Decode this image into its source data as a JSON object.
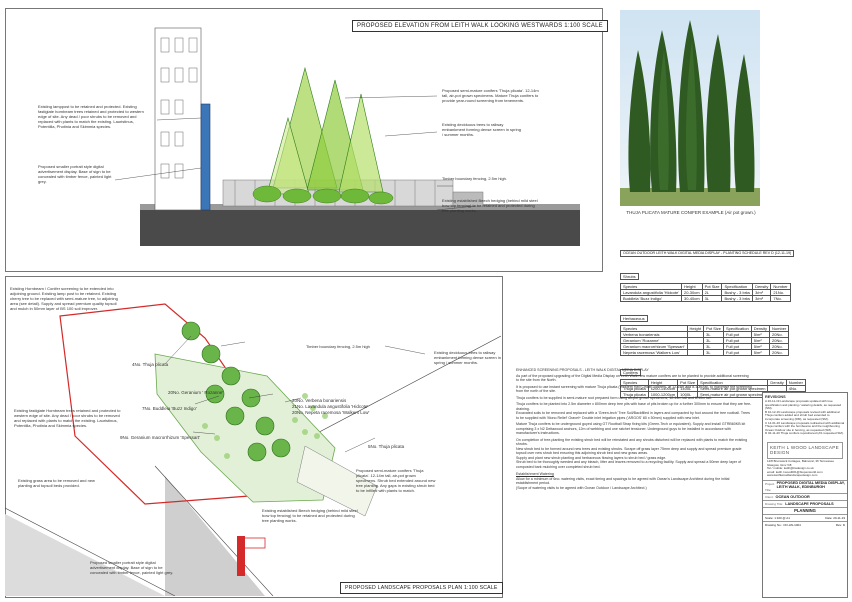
{
  "elevation": {
    "title": "PROPOSED ELEVATION FROM LEITH WALK LOOKING WESTWARDS 1:100 SCALE",
    "notes_left": [
      "Existing lamppost to be retained and protected. Existing fastigiate hornbeam trees retained and protected to western edge of site. Any dead / poor shrubs to be removed and replaced with plants to match the existing. Lauristinus, Potentilla, Photinia and Skimmia species.",
      "Proposed smaller portrait style digital advertisement display. Base of sign to be concealed with timber fence, painted light grey."
    ],
    "notes_right": [
      "Proposed semi-mature conifers 'Thuja plicata'. 12-14m tall, air-pot grown specimens. Mature Thuja conifers to provide year-round screening from tenements.",
      "Existing deciduous trees to railway embankment forming dense screen in spring / summer months.",
      "Timber boundary fencing, 2.5m high.",
      "Existing established Beech hedging (behind mild steel bow top fencing) to be retained and protected during tree planting works."
    ]
  },
  "photo": {
    "caption": "THUJA PLICATA MATURE CONIFER EXAMPLE (Air pot grown.)"
  },
  "schedule": {
    "title": "OCEAN OUTDOOR LEITH WALK DIGITAL MEDIA DISPLAY - PLANTING SCHEDULE REV D (12-11-19)",
    "shrubs_head": "Shrubs",
    "shrubs_cols": [
      "Species",
      "Height",
      "Pot Size",
      "Specification",
      "Density",
      "Number"
    ],
    "shrubs_rows": [
      [
        "Lavandula angustifolia 'Hidcote'",
        "20-30cm",
        "2L",
        "Bushy - 3 brks",
        "3/m²",
        "21No."
      ],
      [
        "Buddleia 'Buzz Indigo'",
        "30-40cm",
        "3L",
        "Bushy - 3 brks",
        "3/m²",
        "7No."
      ]
    ],
    "herb_head": "Herbaceous",
    "herb_cols": [
      "Species",
      "Height",
      "Pot Size",
      "Specification",
      "Density",
      "Number"
    ],
    "herb_rows": [
      [
        "Verbena bonariensis",
        "",
        "3L",
        "Full pot",
        "5/m²",
        "20No."
      ],
      [
        "Geranium 'Rozanne'",
        "",
        "3L",
        "Full pot",
        "5/m²",
        "20No."
      ],
      [
        "Geranium macrorrhizum 'Spessart'",
        "",
        "3L",
        "Full pot",
        "5/m²",
        "20No."
      ],
      [
        "Nepeta racemosa 'Walkers Low'",
        "",
        "3L",
        "Full pot",
        "5/m²",
        "20No."
      ]
    ],
    "conifer_head": "Conifers",
    "conifer_cols": [
      "Species",
      "Height",
      "Pot Size",
      "Specification",
      "Density",
      "Number"
    ],
    "conifer_rows": [
      [
        "Thuja plicata",
        "1200-1400cm",
        "1400L",
        "Semi-mature air pot grown specimen",
        "",
        "4No."
      ],
      [
        "Thuja plicata",
        "1000-1200cm",
        "1000L",
        "Semi-mature air pot grown specimen",
        "",
        "5No."
      ]
    ]
  },
  "plan": {
    "title": "PROPOSED LANDSCAPE PROPOSALS PLAN 1:100 SCALE",
    "labels": [
      "4No. Thuja plicata",
      "20No. Geranium ' Rozanne'",
      "7No. Buddleia 'Buzz Indigo'",
      "9No. Geranium macrorrhizum 'Spessart'",
      "20No. Verbena bonariensis",
      "21No. Lavandula angustifolia 'Hidcote'",
      "20No. Nepeta racemosa 'Walkers Low'",
      "5No. Thuja plicata"
    ],
    "note_topleft": "Existing Hornbeam / Conifer screening to be extended into adjoining ground. Existing lamp post to be retained. Existing cherry tree to be replaced with semi-mature tree, to adjoining area (see detail). Supply and spread premium quality topsoil and mulch in 50mm layer of BS 100 soil improver.",
    "note_timber": "Timber boundary fencing, 2.5m high",
    "note_rail": "Existing deciduous trees to railway embankment forming dense screen in spring / summer months.",
    "note_left_mid": "Existing fastigiate Hornbeam trees retained and protected to western edge of site. Any dead / poor shrubs to be removed and replaced with plants to match the existing. Lauristinus, Potentilla, Photinia and Skimmia species.",
    "note_grass": "Existing grass area to be removed and new planting and topsoil beds provided.",
    "note_conifers": "Proposed semi-mature conifers 'Thuja plicata'. 12-14m tall, air-pot grown specimens. Shrub bed extended around new tree planting. Any gaps in existing shrub bed to be infilled with plants to match.",
    "note_beech": "Existing established Beech hedging (behind mild steel bow top fencing) to be retained and protected during tree planting works.",
    "note_sign": "Proposed smaller portrait style digital advertisement display. Base of sign to be concealed with timber fence, painted light grey."
  },
  "spec_text": [
    "ENHANCED SCREENING PROPOSALS - LEITH WALK DIGITAL MEDIA DISPLAY",
    "As part of the proposed upgrading of the Digital Media Display on Leith Walk new mature conifers are to be planted to provide additional screening to the site from the North.",
    "It is proposed to use instant screening with mature Thuja plicata (Western Red Cedar) conifers, at 12-14m and 8-10m tall, to maximise the screening from the north of the site.",
    "Thuja conifers to be supplied in semi-mature root prepared form using air-pot grown specimens, 12-14m tall and 8-10m tall.",
    "Thuja conifers to be planted into 2.5m diameter x 800mm deep tree pits with base of pits broken up for a further 300mm to ensure that they are free-draining.",
    "Excavated soils to be removed and replaced with a 'Green-tech' Tree Soil/Backfilled in layers and compacted by foot around the tree rootball. Trees to be supplied with 'Mono Relief' Gravel+ Double inlet irrigation pipes ('ARGOS' 80 x 50mm) supplied with new inlet.",
    "Mature Thuja conifers to be underground guyed using GT Rootball Strap fixing kits (Green-Tech or equivalent). Supply and install GTRB60KB kit comprising 3 x N2 Deltawood anchors, 12m of webbing and one ratchet tensioner. Underground guys to be installed in accordance with manufacturer's instructions.",
    "On completion of tree-planting the existing shrub bed will be reinstated and any shrubs disturbed will be replaced with plants to match the existing shrubs.",
    "New shrub bed to be formed around new trees and existing shrubs. Scrape off grass layer 75mm deep and supply and spread premium grade topsoil over new shrub bed ensuring this adjoining shrub bed and new grass areas.",
    "Supply and plant new shrub planting and herbaceous flowing layers to shrub bed / grass edge.",
    "Shrub bed to be thoroughly weeded and any bleach, litter and leaves removed to a recycling facility. Supply and spread a 50mm deep layer of composted bark mulching over completed shrub bed.",
    "Establishment Watering",
    "Allow for a minimum of 6no. watering visits, exact timing and spacings to be agreed with Ocean's Landscape Architect during the initial establishment period.",
    "(Scope of watering visits to be agreed with Ocean Outdoor / Landscape Architect.)"
  ],
  "revisions": {
    "head": "REVISIONS",
    "items": [
      "A 20-11-19 Landscape proposals updated with tree specification and planting / watering details, as requested (SM).",
      "B 10-12-19 Landscape proposals revised with additional Thuja conifers added and shrub bed extended to incorporate screening (RM), as requested (SM).",
      "C 14-01-20 Landscape proposals redrawned with additional Thuja conifers with the hornbeams and the neighbouring Ocean Outdoor site in fencing, as requested (SM).",
      "D 02-11-20 Thuja conifers repositioned (AS requested SM)."
    ]
  },
  "firm": {
    "name": "KEITH L WOOD LANDSCAPE DESIGN",
    "address": "12/8 Brunswick Cottages, Balmoral, 36 Tennessee Glasgow, Ginv Vi8",
    "tel": "Tel / mobile: keith@kwdesign.co.uk",
    "email": "email: keith.l.wood001@btopenworld.com",
    "web": "www.keithlwoodlandscapedesign.com"
  },
  "titleblock": {
    "project_label": "Project Title:",
    "project": "PROPOSED DIGITAL MEDIA DISPLAY, LEITH WALK, EDINBURGH",
    "client_label": "Client:",
    "client": "OCEAN OUTDOOR",
    "drawing_label": "Drawing Title:",
    "drawing": "LANDSCAPE PROPOSALS",
    "status": "PLANNING",
    "scale_label": "Scale:",
    "scale": "1:100 @ A1",
    "date_label": "Date:",
    "date": "20-11-19",
    "drawing_no_label": "Drawing No.:",
    "drawing_no": "OO-LW-1004",
    "rev_label": "Rev:",
    "rev": "D"
  }
}
